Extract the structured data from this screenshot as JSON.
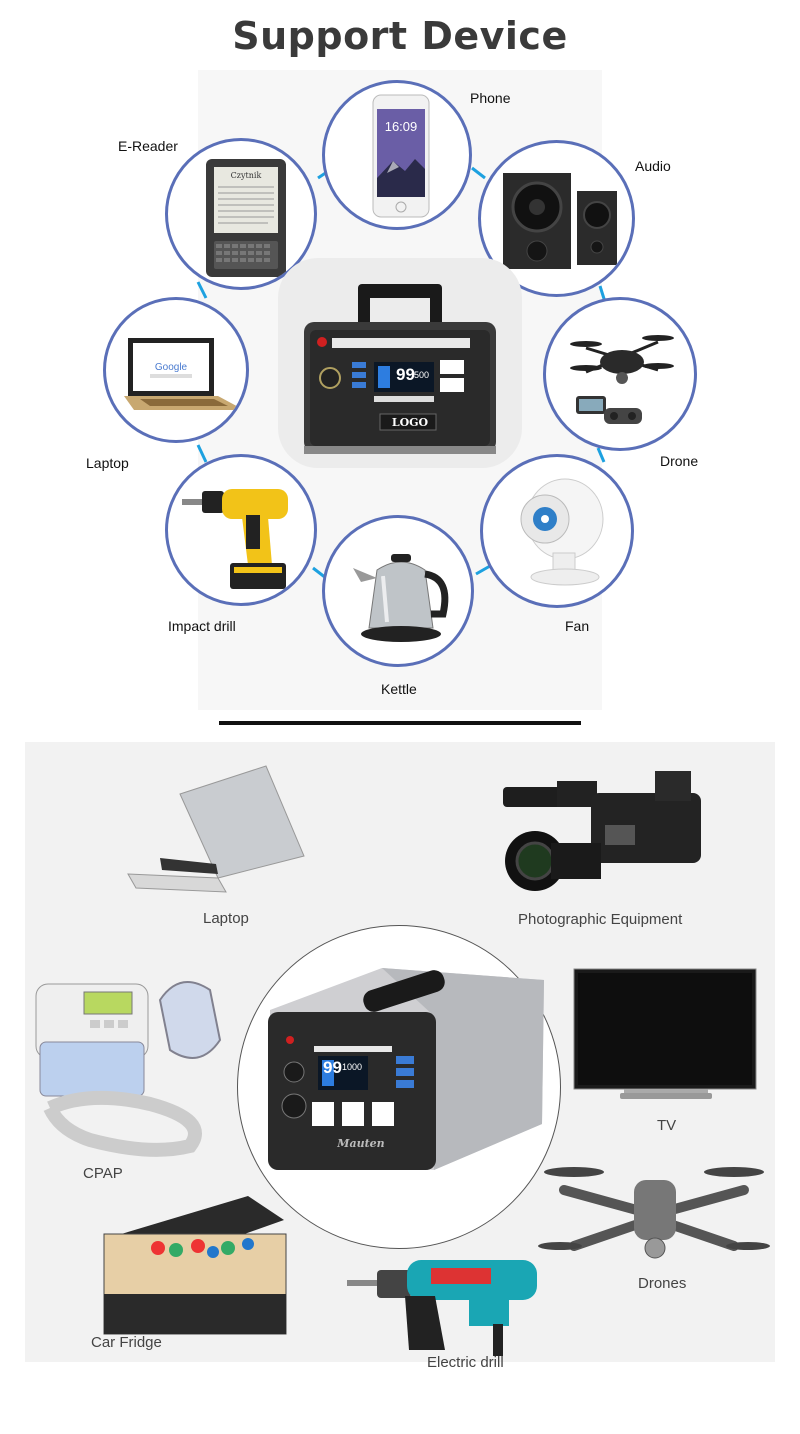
{
  "title": "Support Device",
  "top_devices": {
    "phone": "Phone",
    "phone_time": "16:09",
    "audio": "Audio",
    "ereader": "E-Reader",
    "ereader_title": "Czytnik",
    "laptop": "Laptop",
    "drone": "Drone",
    "impact_drill": "Impact drill",
    "fan": "Fan",
    "kettle": "Kettle"
  },
  "top_station": {
    "display": "99",
    "display_small": "500",
    "logo": "LOGO"
  },
  "bottom_devices": {
    "laptop": "Laptop",
    "photographic": "Photographic Equipment",
    "cpap": "CPAP",
    "tv": "TV",
    "drones": "Drones",
    "car_fridge": "Car Fridge",
    "electric_drill": "Electric drill"
  },
  "bottom_station": {
    "display": "99",
    "display_small": "1000",
    "brand": "Mauten"
  },
  "colors": {
    "ring": "#5a6fb8",
    "connector": "#1da1e0",
    "title": "#3a3a3a"
  }
}
